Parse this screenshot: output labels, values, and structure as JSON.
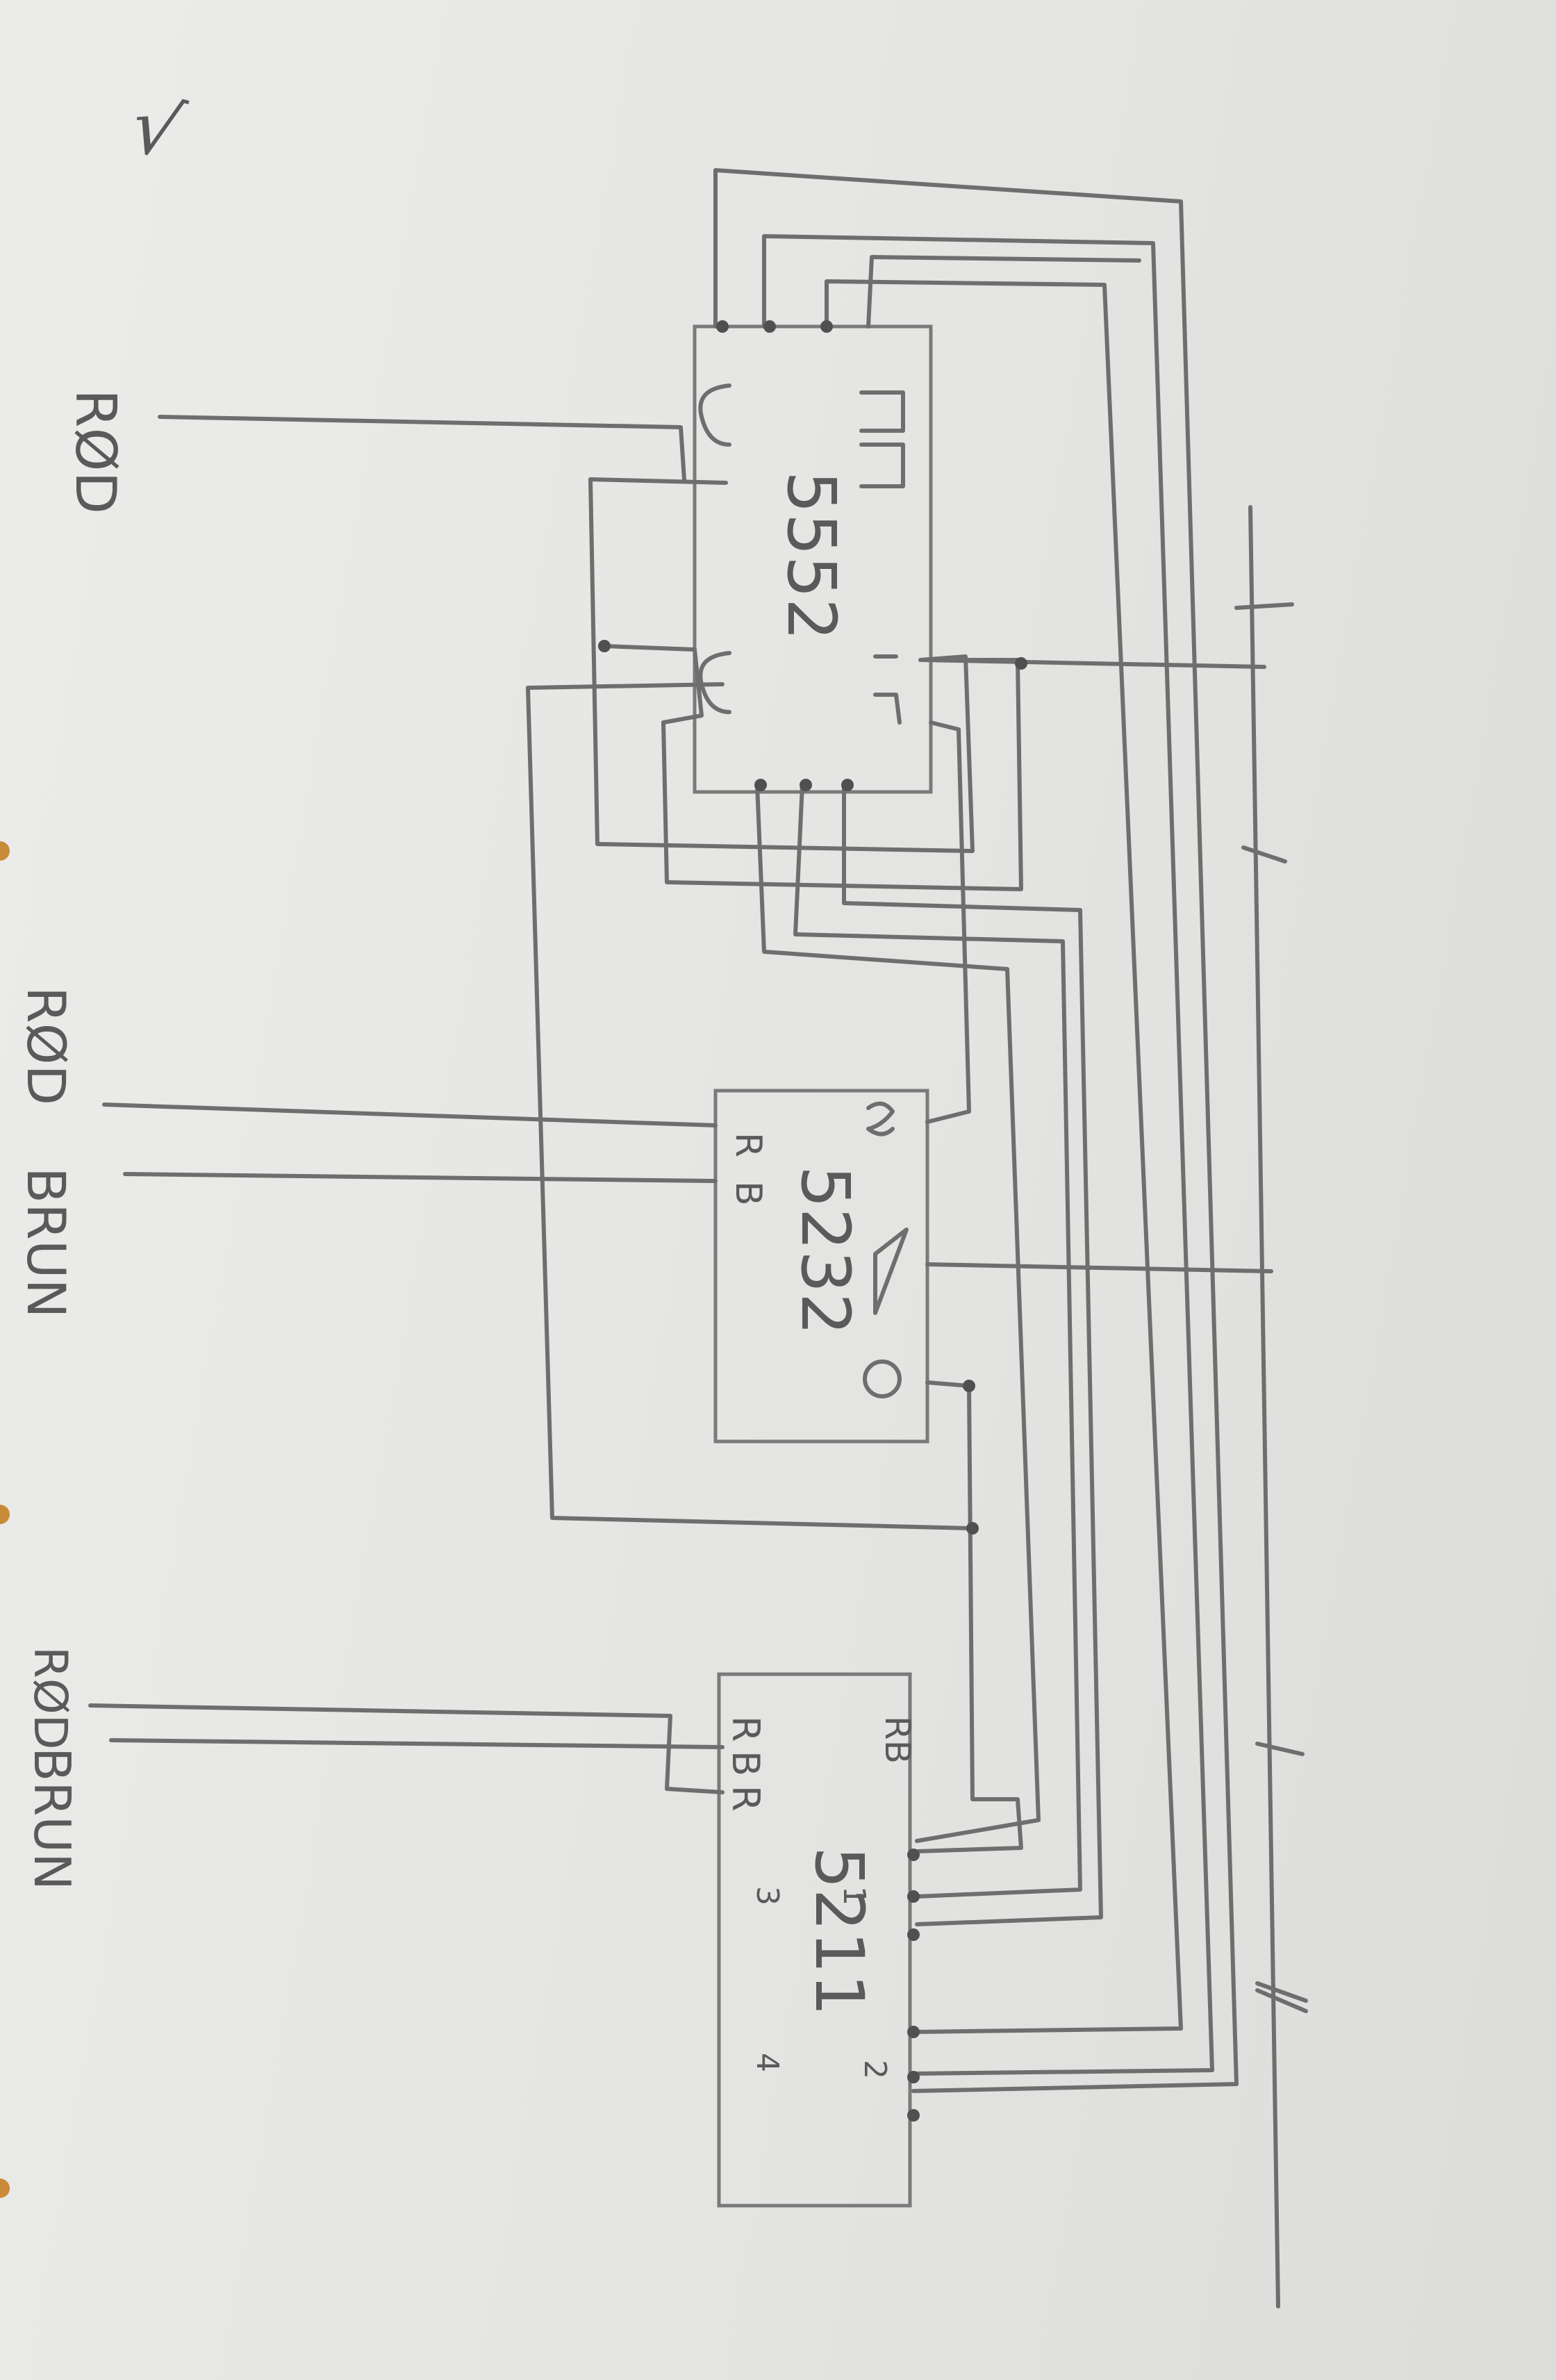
{
  "check_mark": "√",
  "components": [
    {
      "id": "5552",
      "label": "5552"
    },
    {
      "id": "5232",
      "label": "5232",
      "pin_labels": [
        "R",
        "B"
      ]
    },
    {
      "id": "5211",
      "label": "5211",
      "pin_labels": [
        "R",
        "B",
        "R"
      ],
      "corner_label": "RB",
      "numbers": [
        "1",
        "2",
        "3",
        "4"
      ]
    }
  ],
  "wire_labels": [
    {
      "id": "top",
      "text": "RØD"
    },
    {
      "id": "mid1",
      "text": "RØD"
    },
    {
      "id": "mid2",
      "text": "BRUN"
    },
    {
      "id": "bot1",
      "text": "RØD"
    },
    {
      "id": "bot2",
      "text": "BRUN"
    }
  ]
}
